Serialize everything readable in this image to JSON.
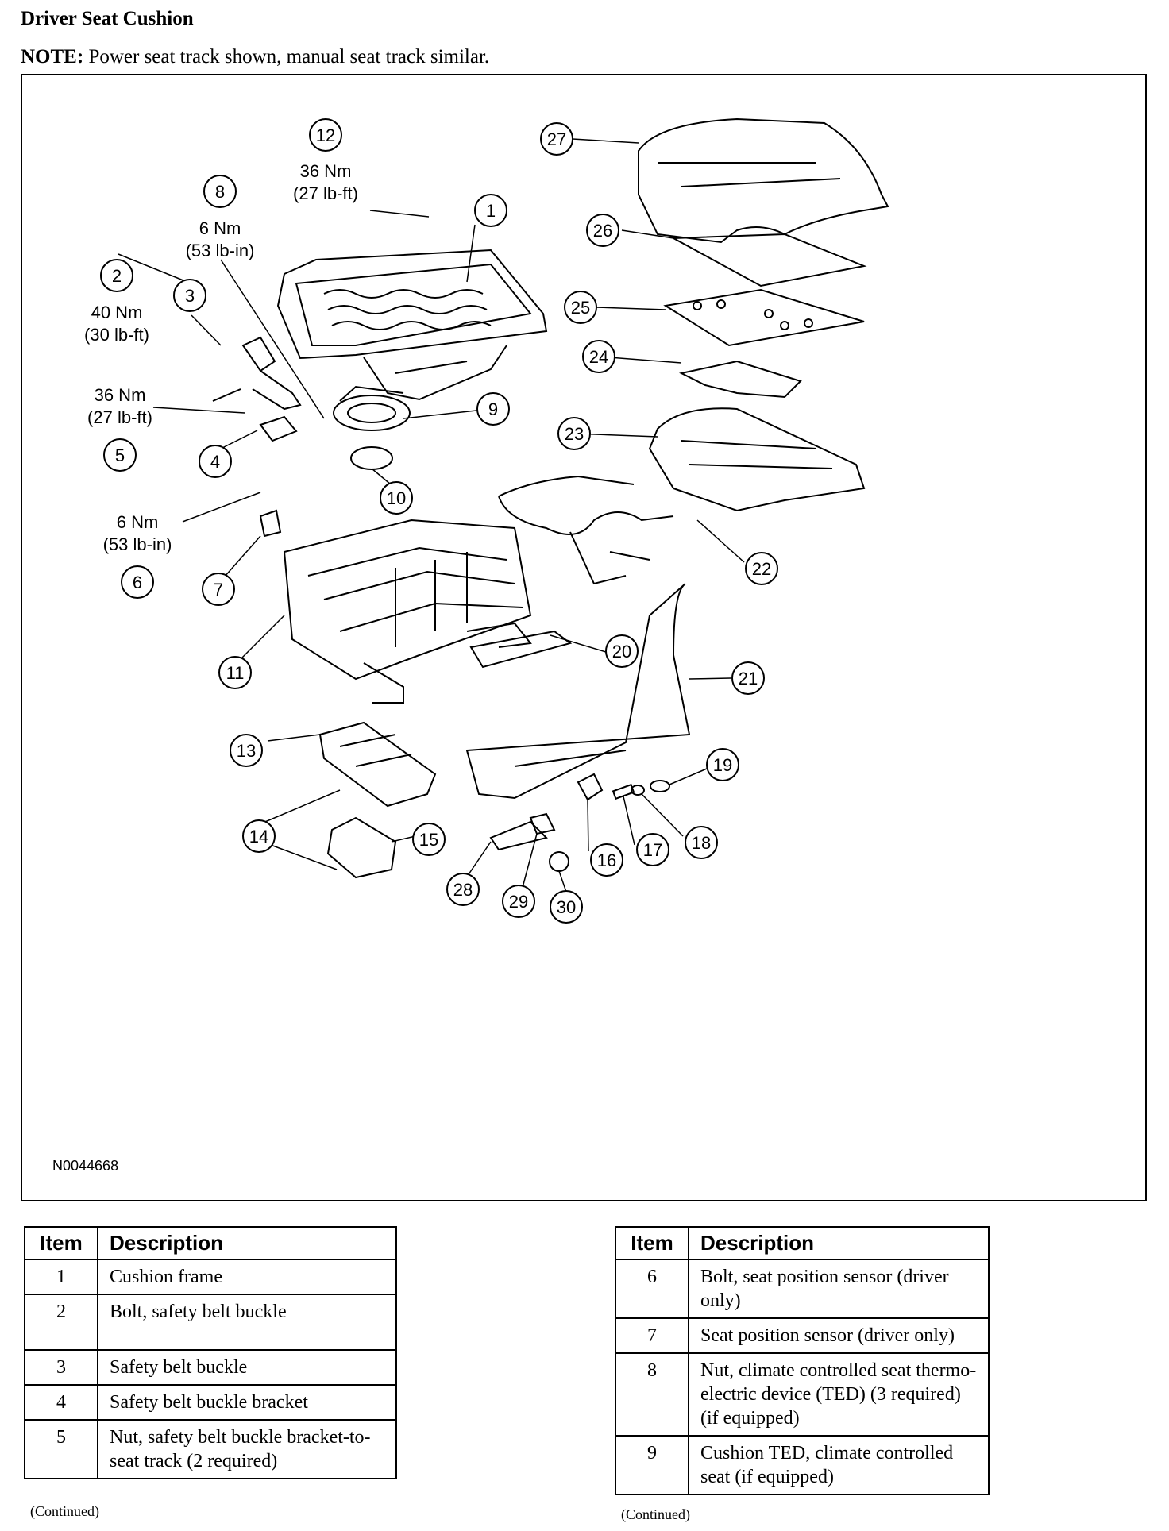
{
  "title": "Driver Seat Cushion",
  "note": {
    "label": "NOTE:",
    "text": "Power seat track shown, manual seat track similar."
  },
  "figure": {
    "id": "N0044668",
    "callouts": [
      "1",
      "2",
      "3",
      "4",
      "5",
      "6",
      "7",
      "8",
      "9",
      "10",
      "11",
      "12",
      "13",
      "14",
      "15",
      "16",
      "17",
      "18",
      "19",
      "20",
      "21",
      "22",
      "23",
      "24",
      "25",
      "26",
      "27",
      "28",
      "29",
      "30"
    ],
    "torque_specs": [
      {
        "item": "12",
        "metric": "36 Nm",
        "imperial": "(27 lb-ft)"
      },
      {
        "item": "8",
        "metric": "6 Nm",
        "imperial": "(53 lb-in)"
      },
      {
        "item": "2",
        "metric": "40 Nm",
        "imperial": "(30 lb-ft)"
      },
      {
        "item": "5",
        "metric": "36 Nm",
        "imperial": "(27 lb-ft)"
      },
      {
        "item": "6",
        "metric": "6 Nm",
        "imperial": "(53 lb-in)"
      }
    ]
  },
  "table_headers": {
    "item": "Item",
    "description": "Description"
  },
  "table_left": [
    {
      "item": "1",
      "description": "Cushion frame"
    },
    {
      "item": "2",
      "description": "Bolt, safety belt buckle"
    },
    {
      "item": "3",
      "description": "Safety belt buckle"
    },
    {
      "item": "4",
      "description": "Safety belt buckle bracket"
    },
    {
      "item": "5",
      "description": "Nut, safety belt buckle bracket-to-seat track (2 required)"
    }
  ],
  "table_right": [
    {
      "item": "6",
      "description": "Bolt, seat position sensor (driver only)"
    },
    {
      "item": "7",
      "description": "Seat position sensor (driver only)"
    },
    {
      "item": "8",
      "description": "Nut, climate controlled seat thermo-electric device (TED) (3 required) (if equipped)"
    },
    {
      "item": "9",
      "description": "Cushion TED, climate controlled seat (if equipped)"
    }
  ],
  "continued": "(Continued)"
}
